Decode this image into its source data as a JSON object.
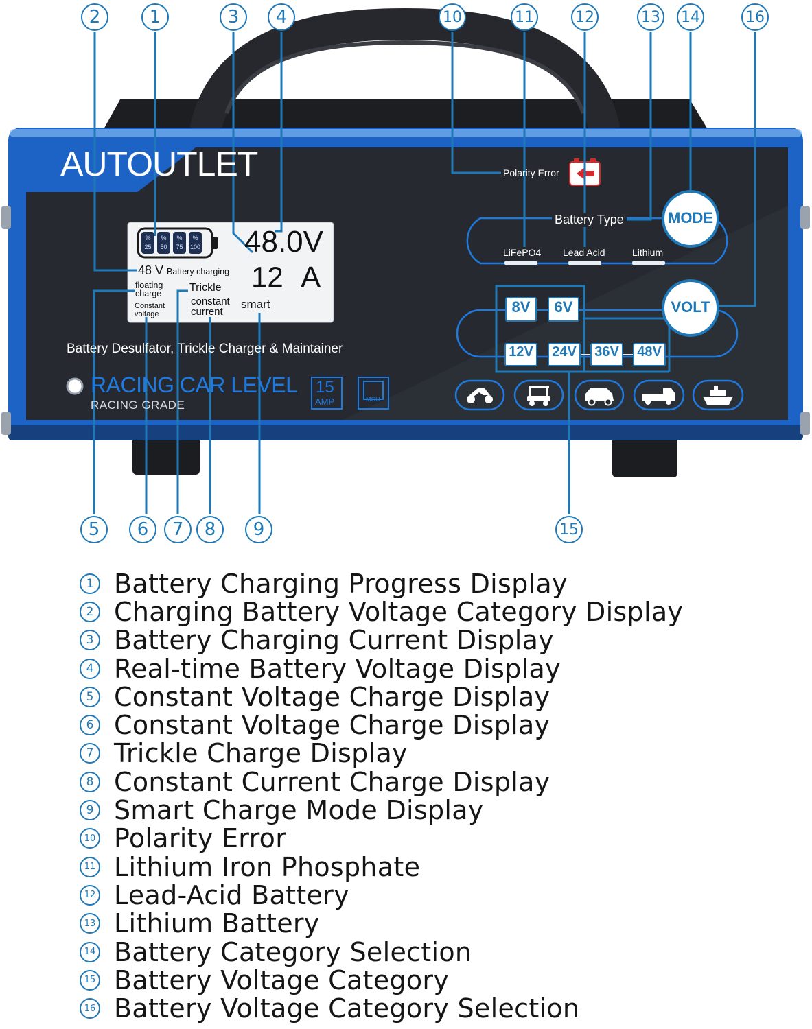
{
  "brand": "AUTOUTLET",
  "product_line": "Battery Desulfator, Trickle Charger & Maintainer",
  "grade_title": "RACING CAR LEVEL",
  "grade_subtitle": "RACING GRADE",
  "amp_badge": {
    "value": "15",
    "unit": "AMP"
  },
  "mcu_badge": "MCU",
  "lcd": {
    "voltage_reading": "48.0V",
    "current_value": "12",
    "current_unit": "A",
    "battery_category": "48 V",
    "battery_charging": "Battery charging",
    "floating_charge": "floating charge",
    "constant_voltage": "Constant voltage",
    "trickle": "Trickle",
    "constant_current": "constant current",
    "smart": "smart",
    "progress_cells": [
      "25",
      "50",
      "75",
      "100"
    ],
    "percent_sign": "%"
  },
  "panel": {
    "polarity_error": "Polarity Error",
    "battery_type_label": "Battery Type",
    "battery_types": [
      "LiFePO4",
      "Lead Acid",
      "Lithium"
    ],
    "mode_button": "MODE",
    "volt_button": "VOLT",
    "voltages_top": [
      "8V",
      "6V"
    ],
    "voltages_bottom": [
      "12V",
      "24V",
      "36V",
      "48V"
    ],
    "vehicle_icons": [
      "motorcycle-icon",
      "golf-cart-icon",
      "suv-icon",
      "truck-icon",
      "boat-icon"
    ]
  },
  "colors": {
    "accent": "#1f79b8",
    "panel_blue": "#1e6fd9",
    "panel_dark": "#262a30"
  },
  "callouts": [
    "1",
    "2",
    "3",
    "4",
    "5",
    "6",
    "7",
    "8",
    "9",
    "10",
    "11",
    "12",
    "13",
    "14",
    "15",
    "16"
  ],
  "legend": [
    {
      "num": "1",
      "text": "Battery Charging Progress Display"
    },
    {
      "num": "2",
      "text": "Charging Battery Voltage Category Display"
    },
    {
      "num": "3",
      "text": "Battery Charging Current Display"
    },
    {
      "num": "4",
      "text": "Real-time Battery Voltage Display"
    },
    {
      "num": "5",
      "text": "Constant Voltage Charge Display"
    },
    {
      "num": "6",
      "text": "Constant Voltage Charge Display"
    },
    {
      "num": "7",
      "text": "Trickle Charge Display"
    },
    {
      "num": "8",
      "text": "Constant Current Charge Display"
    },
    {
      "num": "9",
      "text": "Smart Charge Mode Display"
    },
    {
      "num": "10",
      "text": "Polarity Error"
    },
    {
      "num": "11",
      "text": "Lithium Iron Phosphate"
    },
    {
      "num": "12",
      "text": "Lead-Acid Battery"
    },
    {
      "num": "13",
      "text": "Lithium Battery"
    },
    {
      "num": "14",
      "text": "Battery Category Selection"
    },
    {
      "num": "15",
      "text": "Battery Voltage Category"
    },
    {
      "num": "16",
      "text": "Battery Voltage Category Selection"
    }
  ]
}
